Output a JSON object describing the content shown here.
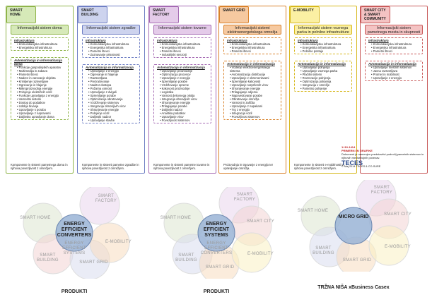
{
  "columns": [
    {
      "tab": "SMART HOME",
      "header": "Informacijski sistem doma",
      "color": "#d6e9b8",
      "border": "#8fb44a",
      "sections": [
        {
          "title": "Infrastruktura",
          "items": [
            "Komunikacijska infrastruktura",
            "Energetska infrastruktura"
          ]
        },
        {
          "title": "Avtomatizacija in informatizacija doma",
          "items": [
            "Funkcije gospodinjskih aparatov",
            "Multimedija in zabava",
            "Pametni števci",
            "Nadzor in varovanje objekta",
            "Krmiljenje razsvetljave",
            "Ogrevanje in hlajenje",
            "Mikroproizvodnja energije",
            "Polnjenje električnih vozil",
            "Funkcije upravljanja z energijo",
            "Varnostni sistemi",
            "Dostop do podatkov",
            "Udobje bivanja",
            "Upravljanje s porabo",
            "Upravljanje z napravami",
            "Daljinsko upravljanje doma"
          ]
        }
      ],
      "footer": "Komponente in sistemi pametnega doma in njihova povezljivost z omrežjem."
    },
    {
      "tab": "SMART BUILDING",
      "header": "Informacijski sistem zgradbe",
      "color": "#cdd3ee",
      "border": "#6f7fc4",
      "sections": [
        {
          "title": "Infrastruktura",
          "items": [
            "Komunikacijska infrastruktura",
            "Energetska infrastruktura",
            "Pametni števci",
            "Zaznavanje prisotnosti"
          ]
        },
        {
          "title": "Avtomatizacija in informatizacija",
          "items": [
            "Upravljanje z energijo",
            "Ogrevanje in hlajenje",
            "Razsvetljava",
            "Prezračevanje",
            "Nadzor dostopa",
            "Požarna varnost",
            "Upravljanje z dvigali",
            "Spremljanje porabe",
            "Optimizacija obratovanja",
            "Vzdrževanje sistemov",
            "Integracija obnovljivih virov",
            "Shranjevanje energije",
            "Polnjenje vozil",
            "Daljinski nadzor",
            "Upravljanje stavbe"
          ]
        }
      ],
      "footer": "Komponente in sistemi pametne zgradbe in njihova povezljivost z omrežjem."
    },
    {
      "tab": "SMART FACTORY",
      "header": "Informacijski sistem tovarne",
      "color": "#e4cbe9",
      "border": "#a56ab3",
      "sections": [
        {
          "title": "Infrastruktura",
          "items": [
            "Komunikacijska infrastruktura",
            "Energetska infrastruktura",
            "Pametni števci",
            "Industrijski senzorji"
          ]
        },
        {
          "title": "Avtomatizacija in informatizacija",
          "items": [
            "Upravljanje proizvodnje",
            "Optimizacija procesov",
            "Upravljanje z energijo",
            "Spremljanje porabe",
            "Vzdrževanje opreme",
            "Kakovost proizvodnje",
            "Logistika",
            "Varnost delovnega okolja",
            "Integracija obnovljivih virov",
            "Shranjevanje energije",
            "Prilagajanje porabe",
            "Daljinski nadzor",
            "Analitika podatkov",
            "Upravljanje virov",
            "Povezljivost sistemov"
          ]
        }
      ],
      "footer": "Komponente in sistemi pametne tovarne in njihova povezljivost z omrežjem."
    },
    {
      "tab": "SMART GRID",
      "header": "Informacijski sistemi elektroenergetskega omrežja",
      "color": "#f6c9a0",
      "border": "#d9822b",
      "sections": [
        {
          "title": "Infrastruktura",
          "items": [
            "Komunikacijska infrastruktura",
            "Energetska infrastruktura",
            "Pametni števci"
          ]
        },
        {
          "title": "Avtomatizacija in informatizacija",
          "items": [
            "Vodenje elektroenergetskega sistema",
            "Avtomatizacija distribucije",
            "Upravljanje z obremenitvami",
            "Spremljanje kakovosti",
            "Upravljanje razpršenih virov",
            "Shranjevanje energije",
            "Prilagajanje odjema",
            "Napovedovanje porabe",
            "Obratovanje omrežja",
            "Varnost in zaščita",
            "Upravljanje z napakami",
            "Trg z energijo",
            "Integracija vozil",
            "Povezljivost sistemov"
          ]
        }
      ],
      "footer": "Proizvodnja in trgovanje z energijo ter upravljanje omrežja."
    },
    {
      "tab": "E-MOBILITY",
      "header": "Informacijski sistem voznega parka in polnilne infrastrukture",
      "color": "#fbf0a3",
      "border": "#d7b81d",
      "sections": [
        {
          "title": "Infrastruktura",
          "items": [
            "Komunikacijska infrastruktura",
            "Energetska infrastruktura",
            "Polnilne postaje"
          ]
        },
        {
          "title": "Avtomatizacija in informatizacija",
          "items": [
            "Upravljanje polnjenja",
            "Upravljanje voznega parka",
            "Plačilni sistemi",
            "Rezervacije polnjenja",
            "Optimizacija polnjenja",
            "Integracija v omrežje",
            "Pametno polnjenje"
          ]
        }
      ],
      "footer": "Komponente in sistemi e-mobilnosti in njihova povezljivost z omrežjem."
    },
    {
      "tab": "SMART CITY & SMART COMMUNITY",
      "header": "Informacijski sistem pametnega mesta in skupnosti",
      "color": "#f4c3c3",
      "border": "#c95b5b",
      "sections": [
        {
          "title": "Infrastruktura",
          "items": [
            "Komunikacijska infrastruktura",
            "Energetska infrastruktura",
            "Pametni števci"
          ]
        },
        {
          "title": "Avtomatizacija in informatizacija",
          "items": [
            "Upravljanje mestnih sistemov",
            "Javna razsvetljava",
            "Promet in mobilnost",
            "Upravljanje z energijo"
          ]
        }
      ],
      "footer": ""
    }
  ],
  "side_note": {
    "code": "1+10-1414",
    "title": "PRIMERKI IN GRAFIKE",
    "body": "Dokument je namenjen predstavitvi področij pametnih sistemov in njihovih medsebojnih povezav.",
    "logo": "TECES",
    "copyright": "© Maj 2014 TECES & CO-SURE"
  },
  "venns": [
    {
      "core": "ENERGY EFFICIENT CONVERTERS",
      "core_faded": "ENERGY EFFICIENT SYSTEMS",
      "labels": [
        "SMART FACTORY",
        "SMART HOME",
        "SMART BUILDING",
        "SMART GRID",
        "E-MOBILITY"
      ],
      "caption": "PRODUKTI"
    },
    {
      "core": "ENERGY EFFICIENT SYSTEMS",
      "core_faded": "ENERGY EFFICIENT CONVERTERS",
      "labels": [
        "SMART FACTORY",
        "SMART HOME",
        "SMART CITY",
        "SMART BUILDING",
        "SMART GRID",
        "E-MOBILITY"
      ],
      "caption": "PRODUKTI"
    },
    {
      "core": "MICRO GRID",
      "labels": [
        "SMART FACTORY",
        "SMART HOME",
        "SMART CITY",
        "SMART BUILDING",
        "SMART GRID",
        "E-MOBILITY"
      ],
      "caption": "TRŽNA NIŠA xBusiness Casex"
    }
  ]
}
